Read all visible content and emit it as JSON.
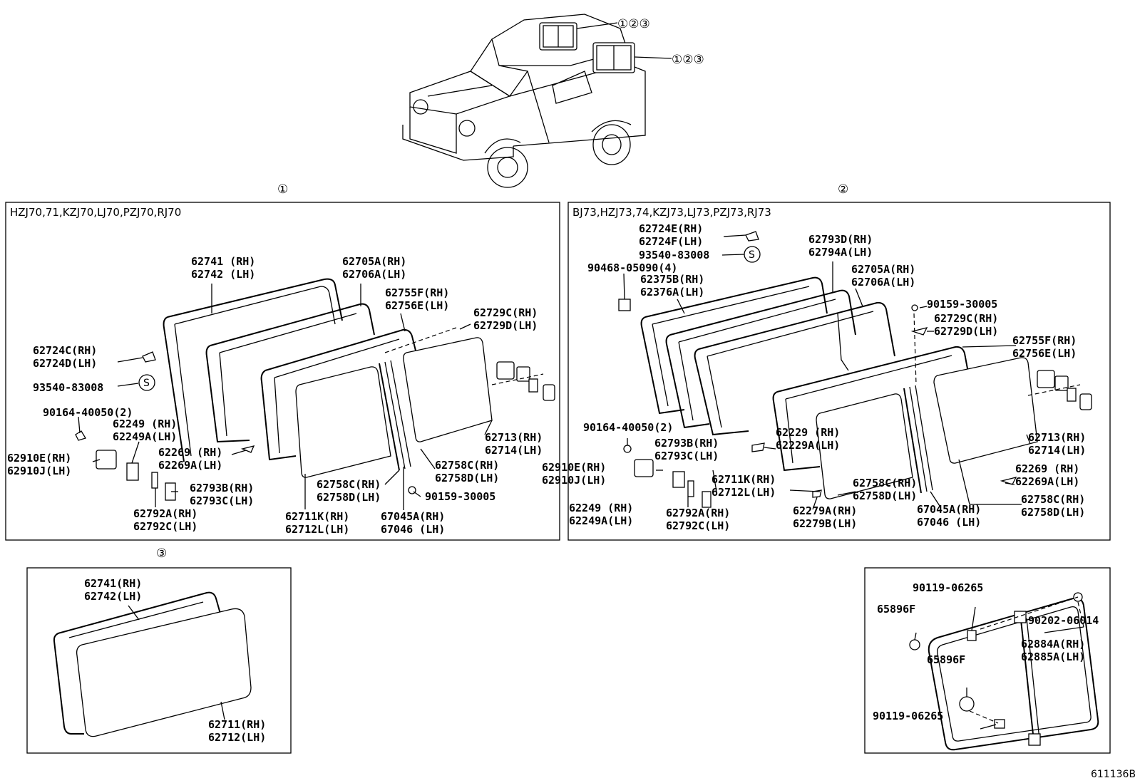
{
  "diagram": {
    "drawing_code": "611136B",
    "vehicle_callouts": {
      "roof": "①②③",
      "side": "①②③"
    },
    "panel_numbers": {
      "p1": "①",
      "p2": "②",
      "p3": "③"
    },
    "panel1": {
      "header": "HZJ70,71,KZJ70,LJ70,PZJ70,RJ70",
      "labels": [
        {
          "id": "a1",
          "l1": "62741 (RH)",
          "l2": "62742 (LH)"
        },
        {
          "id": "a2",
          "l1": "62705A(RH)",
          "l2": "62706A(LH)"
        },
        {
          "id": "a3",
          "l1": "62755F(RH)",
          "l2": "62756E(LH)"
        },
        {
          "id": "a4",
          "l1": "62729C(RH)",
          "l2": "62729D(LH)"
        },
        {
          "id": "a5",
          "l1": "62724C(RH)",
          "l2": "62724D(LH)"
        },
        {
          "id": "a6",
          "l1": "93540-83008",
          "l2": ""
        },
        {
          "id": "a7",
          "l1": "90164-40050(2)",
          "l2": ""
        },
        {
          "id": "a8",
          "l1": "62249  (RH)",
          "l2": "62249A(LH)"
        },
        {
          "id": "a9",
          "l1": "62269  (RH)",
          "l2": "62269A(LH)"
        },
        {
          "id": "a10",
          "l1": "62910E(RH)",
          "l2": "62910J(LH)"
        },
        {
          "id": "a11",
          "l1": "62793B(RH)",
          "l2": "62793C(LH)"
        },
        {
          "id": "a12",
          "l1": "62792A(RH)",
          "l2": "62792C(LH)"
        },
        {
          "id": "a13",
          "l1": "62758C(RH)",
          "l2": "62758D(LH)"
        },
        {
          "id": "a14",
          "l1": "62711K(RH)",
          "l2": "62712L(LH)"
        },
        {
          "id": "a15",
          "l1": "62758C(RH)",
          "l2": "62758D(LH)"
        },
        {
          "id": "a16",
          "l1": "90159-30005",
          "l2": ""
        },
        {
          "id": "a17",
          "l1": "67045A(RH)",
          "l2": "67046  (LH)"
        },
        {
          "id": "a18",
          "l1": "62713(RH)",
          "l2": "62714(LH)"
        }
      ],
      "s_symbol": "S"
    },
    "panel2": {
      "header": "BJ73,HZJ73,74,KZJ73,LJ73,PZJ73,RJ73",
      "labels": [
        {
          "id": "b1",
          "l1": "62724E(RH)",
          "l2": "62724F(LH)"
        },
        {
          "id": "b2",
          "l1": "93540-83008",
          "l2": ""
        },
        {
          "id": "b3",
          "l1": "90468-05090(4)",
          "l2": ""
        },
        {
          "id": "b4",
          "l1": "62375B(RH)",
          "l2": "62376A(LH)"
        },
        {
          "id": "b5",
          "l1": "62793D(RH)",
          "l2": "62794A(LH)"
        },
        {
          "id": "b6",
          "l1": "62705A(RH)",
          "l2": "62706A(LH)"
        },
        {
          "id": "b7",
          "l1": "90159-30005",
          "l2": ""
        },
        {
          "id": "b8",
          "l1": "62729C(RH)",
          "l2": "62729D(LH)"
        },
        {
          "id": "b9",
          "l1": "62755F(RH)",
          "l2": "62756E(LH)"
        },
        {
          "id": "b10",
          "l1": "90164-40050(2)",
          "l2": ""
        },
        {
          "id": "b11",
          "l1": "62229  (RH)",
          "l2": "62229A(LH)"
        },
        {
          "id": "b12",
          "l1": "62713(RH)",
          "l2": "62714(LH)"
        },
        {
          "id": "b13",
          "l1": "62910E(RH)",
          "l2": "62910J(LH)"
        },
        {
          "id": "b14",
          "l1": "62793B(RH)",
          "l2": "62793C(LH)"
        },
        {
          "id": "b15",
          "l1": "62711K(RH)",
          "l2": "62712L(LH)"
        },
        {
          "id": "b16",
          "l1": "62758C(RH)",
          "l2": "62758D(LH)"
        },
        {
          "id": "b17",
          "l1": "62269  (RH)",
          "l2": "62269A(LH)"
        },
        {
          "id": "b18",
          "l1": "62249  (RH)",
          "l2": "62249A(LH)"
        },
        {
          "id": "b19",
          "l1": "62792A(RH)",
          "l2": "62792C(LH)"
        },
        {
          "id": "b20",
          "l1": "62279A(RH)",
          "l2": "62279B(LH)"
        },
        {
          "id": "b21",
          "l1": "67045A(RH)",
          "l2": "67046  (LH)"
        },
        {
          "id": "b22",
          "l1": "62758C(RH)",
          "l2": "62758D(LH)"
        }
      ],
      "s_symbol": "S"
    },
    "panel3": {
      "labels": [
        {
          "id": "c1",
          "l1": "62741(RH)",
          "l2": "62742(LH)"
        },
        {
          "id": "c2",
          "l1": "62711(RH)",
          "l2": "62712(LH)"
        }
      ]
    },
    "panel4": {
      "labels": [
        {
          "id": "d1",
          "l1": "90119-06265",
          "l2": ""
        },
        {
          "id": "d2",
          "l1": "65896F",
          "l2": ""
        },
        {
          "id": "d3",
          "l1": "90202-06014",
          "l2": ""
        },
        {
          "id": "d4",
          "l1": "62884A(RH)",
          "l2": "62885A(LH)"
        },
        {
          "id": "d5",
          "l1": "65896F",
          "l2": ""
        },
        {
          "id": "d6",
          "l1": "90119-06265",
          "l2": ""
        }
      ]
    }
  }
}
